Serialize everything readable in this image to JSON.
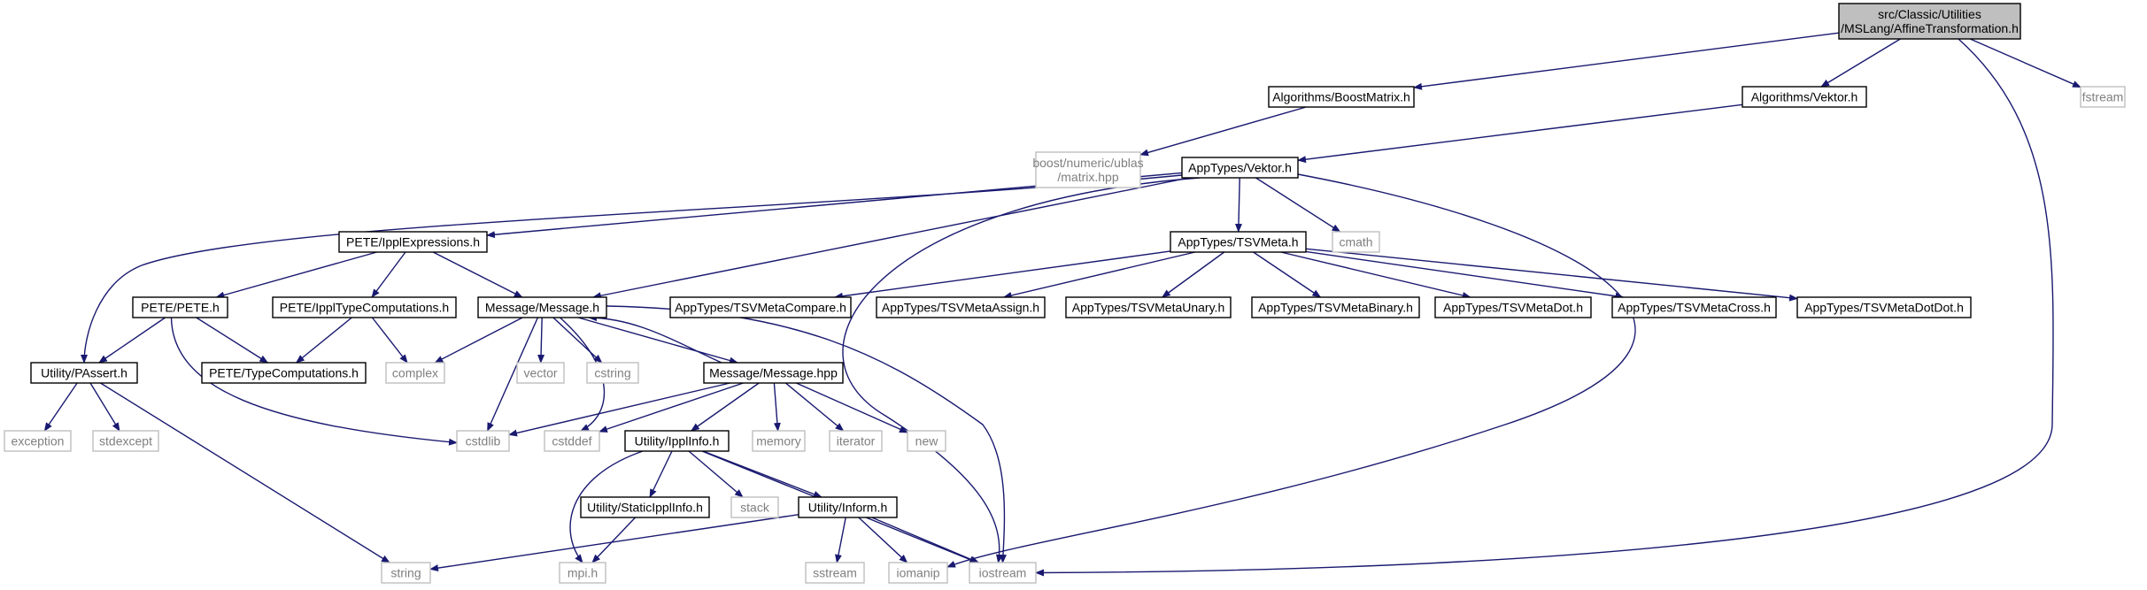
{
  "diagram": {
    "type": "include-dependency-graph",
    "colors": {
      "edge": "#191970",
      "root_fill": "#bfbfbf",
      "external_border": "#bfbfbf",
      "external_text": "#7f7f7f"
    },
    "nodes": [
      {
        "id": "root",
        "kind": "root",
        "lines": [
          "src/Classic/Utilities",
          "/MSLang/AffineTransformation.h"
        ]
      },
      {
        "id": "boostmatrix",
        "kind": "proj",
        "lines": [
          "Algorithms/BoostMatrix.h"
        ]
      },
      {
        "id": "algvektor",
        "kind": "proj",
        "lines": [
          "Algorithms/Vektor.h"
        ]
      },
      {
        "id": "fstream",
        "kind": "ext",
        "lines": [
          "fstream"
        ]
      },
      {
        "id": "ublas",
        "kind": "ext",
        "lines": [
          "boost/numeric/ublas",
          "/matrix.hpp"
        ]
      },
      {
        "id": "appvektor",
        "kind": "proj",
        "lines": [
          "AppTypes/Vektor.h"
        ]
      },
      {
        "id": "cmath",
        "kind": "ext",
        "lines": [
          "cmath"
        ]
      },
      {
        "id": "ipplexpr",
        "kind": "proj",
        "lines": [
          "PETE/IpplExpressions.h"
        ]
      },
      {
        "id": "tsvmeta",
        "kind": "proj",
        "lines": [
          "AppTypes/TSVMeta.h"
        ]
      },
      {
        "id": "pete",
        "kind": "proj",
        "lines": [
          "PETE/PETE.h"
        ]
      },
      {
        "id": "ippltype",
        "kind": "proj",
        "lines": [
          "PETE/IpplTypeComputations.h"
        ]
      },
      {
        "id": "messageh",
        "kind": "proj",
        "lines": [
          "Message/Message.h"
        ]
      },
      {
        "id": "tsvcompare",
        "kind": "proj",
        "lines": [
          "AppTypes/TSVMetaCompare.h"
        ]
      },
      {
        "id": "tsvassign",
        "kind": "proj",
        "lines": [
          "AppTypes/TSVMetaAssign.h"
        ]
      },
      {
        "id": "tsvunary",
        "kind": "proj",
        "lines": [
          "AppTypes/TSVMetaUnary.h"
        ]
      },
      {
        "id": "tsvbinary",
        "kind": "proj",
        "lines": [
          "AppTypes/TSVMetaBinary.h"
        ]
      },
      {
        "id": "tsvdot",
        "kind": "proj",
        "lines": [
          "AppTypes/TSVMetaDot.h"
        ]
      },
      {
        "id": "tsvcross",
        "kind": "proj",
        "lines": [
          "AppTypes/TSVMetaCross.h"
        ]
      },
      {
        "id": "tsvdotdot",
        "kind": "proj",
        "lines": [
          "AppTypes/TSVMetaDotDot.h"
        ]
      },
      {
        "id": "pete_tc",
        "kind": "proj",
        "lines": [
          "PETE/TypeComputations.h"
        ]
      },
      {
        "id": "complex",
        "kind": "ext",
        "lines": [
          "complex"
        ]
      },
      {
        "id": "vector",
        "kind": "ext",
        "lines": [
          "vector"
        ]
      },
      {
        "id": "cstring",
        "kind": "ext",
        "lines": [
          "cstring"
        ]
      },
      {
        "id": "passert",
        "kind": "proj",
        "lines": [
          "Utility/PAssert.h"
        ]
      },
      {
        "id": "messagehpp",
        "kind": "proj",
        "lines": [
          "Message/Message.hpp"
        ]
      },
      {
        "id": "exception",
        "kind": "ext",
        "lines": [
          "exception"
        ]
      },
      {
        "id": "stdexcept",
        "kind": "ext",
        "lines": [
          "stdexcept"
        ]
      },
      {
        "id": "cstdlib",
        "kind": "ext",
        "lines": [
          "cstdlib"
        ]
      },
      {
        "id": "cstddef",
        "kind": "ext",
        "lines": [
          "cstddef"
        ]
      },
      {
        "id": "ipplinfo",
        "kind": "proj",
        "lines": [
          "Utility/IpplInfo.h"
        ]
      },
      {
        "id": "memory",
        "kind": "ext",
        "lines": [
          "memory"
        ]
      },
      {
        "id": "iterator",
        "kind": "ext",
        "lines": [
          "iterator"
        ]
      },
      {
        "id": "new",
        "kind": "ext",
        "lines": [
          "new"
        ]
      },
      {
        "id": "staticippl",
        "kind": "proj",
        "lines": [
          "Utility/StaticIpplInfo.h"
        ]
      },
      {
        "id": "stack",
        "kind": "ext",
        "lines": [
          "stack"
        ]
      },
      {
        "id": "inform",
        "kind": "proj",
        "lines": [
          "Utility/Inform.h"
        ]
      },
      {
        "id": "string",
        "kind": "ext",
        "lines": [
          "string"
        ]
      },
      {
        "id": "mpih",
        "kind": "ext",
        "lines": [
          "mpi.h"
        ]
      },
      {
        "id": "sstream",
        "kind": "ext",
        "lines": [
          "sstream"
        ]
      },
      {
        "id": "iomanip",
        "kind": "ext",
        "lines": [
          "iomanip"
        ]
      },
      {
        "id": "iostream",
        "kind": "ext",
        "lines": [
          "iostream"
        ]
      }
    ],
    "edges": [
      [
        "root",
        "boostmatrix"
      ],
      [
        "root",
        "algvektor"
      ],
      [
        "root",
        "fstream"
      ],
      [
        "root",
        "iostream"
      ],
      [
        "boostmatrix",
        "ublas"
      ],
      [
        "algvektor",
        "appvektor"
      ],
      [
        "appvektor",
        "ipplexpr"
      ],
      [
        "appvektor",
        "tsvmeta"
      ],
      [
        "appvektor",
        "cmath"
      ],
      [
        "appvektor",
        "messageh"
      ],
      [
        "appvektor",
        "passert"
      ],
      [
        "appvektor",
        "iomanip"
      ],
      [
        "appvektor",
        "iostream"
      ],
      [
        "ipplexpr",
        "pete"
      ],
      [
        "ipplexpr",
        "ippltype"
      ],
      [
        "ipplexpr",
        "messageh"
      ],
      [
        "pete",
        "passert"
      ],
      [
        "pete",
        "pete_tc"
      ],
      [
        "pete",
        "cstdlib"
      ],
      [
        "ippltype",
        "pete_tc"
      ],
      [
        "ippltype",
        "complex"
      ],
      [
        "tsvmeta",
        "tsvcompare"
      ],
      [
        "tsvmeta",
        "tsvassign"
      ],
      [
        "tsvmeta",
        "tsvunary"
      ],
      [
        "tsvmeta",
        "tsvbinary"
      ],
      [
        "tsvmeta",
        "tsvdot"
      ],
      [
        "tsvmeta",
        "tsvcross"
      ],
      [
        "tsvmeta",
        "tsvdotdot"
      ],
      [
        "messageh",
        "complex"
      ],
      [
        "messageh",
        "vector"
      ],
      [
        "messageh",
        "cstring"
      ],
      [
        "messageh",
        "cstdlib"
      ],
      [
        "messageh",
        "cstddef"
      ],
      [
        "messageh",
        "messagehpp"
      ],
      [
        "messageh",
        "iostream"
      ],
      [
        "messagehpp",
        "messageh"
      ],
      [
        "messagehpp",
        "cstdlib"
      ],
      [
        "messagehpp",
        "cstddef"
      ],
      [
        "messagehpp",
        "ipplinfo"
      ],
      [
        "messagehpp",
        "memory"
      ],
      [
        "messagehpp",
        "iterator"
      ],
      [
        "messagehpp",
        "new"
      ],
      [
        "passert",
        "exception"
      ],
      [
        "passert",
        "stdexcept"
      ],
      [
        "passert",
        "string"
      ],
      [
        "ipplinfo",
        "staticippl"
      ],
      [
        "ipplinfo",
        "stack"
      ],
      [
        "ipplinfo",
        "inform"
      ],
      [
        "ipplinfo",
        "mpih"
      ],
      [
        "ipplinfo",
        "iostream"
      ],
      [
        "staticippl",
        "mpih"
      ],
      [
        "inform",
        "string"
      ],
      [
        "inform",
        "sstream"
      ],
      [
        "inform",
        "iomanip"
      ],
      [
        "inform",
        "iostream"
      ]
    ]
  }
}
